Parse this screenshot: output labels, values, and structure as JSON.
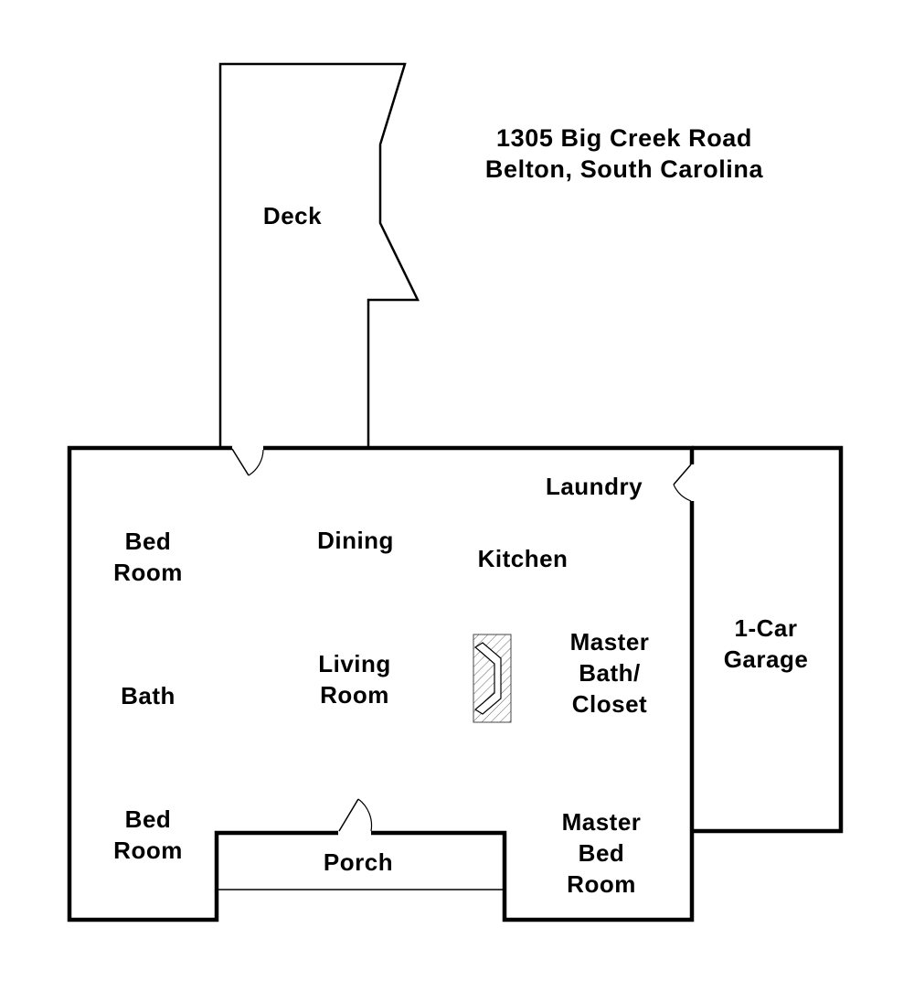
{
  "address": {
    "line1": "1305 Big Creek Road",
    "line2": "Belton, South Carolina"
  },
  "rooms": {
    "deck": "Deck",
    "laundry": "Laundry",
    "bedroom_top": [
      "Bed",
      "Room"
    ],
    "dining": "Dining",
    "kitchen": "Kitchen",
    "bath": "Bath",
    "living_room": [
      "Living",
      "Room"
    ],
    "master_bath": [
      "Master",
      "Bath/",
      "Closet"
    ],
    "garage": [
      "1-Car",
      "Garage"
    ],
    "bedroom_bottom": [
      "Bed",
      "Room"
    ],
    "porch": "Porch",
    "master_bedroom": [
      "Master",
      "Bed",
      "Room"
    ]
  },
  "colors": {
    "wall": "#000000",
    "background": "#ffffff",
    "hatch": "#555555"
  }
}
